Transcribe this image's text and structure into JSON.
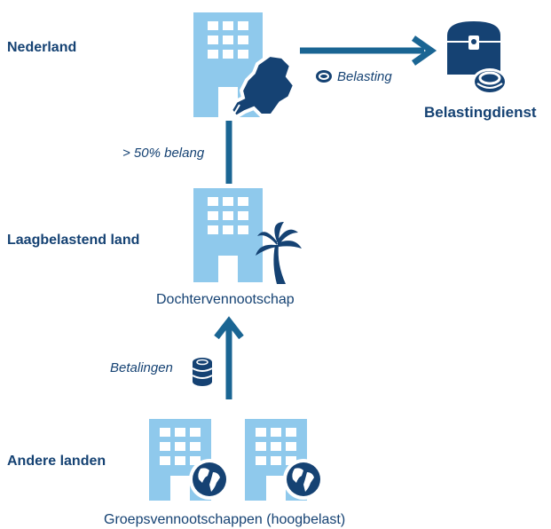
{
  "regions": {
    "nl": "Nederland",
    "low_tax": "Laagbelastend land",
    "other": "Andere landen"
  },
  "entities": {
    "tax_authority": "Belastingdienst",
    "subsidiary": "Dochtervennootschap",
    "group_companies": "Groepsvennootschappen (hoogbelast)"
  },
  "flows": {
    "tax": "Belasting",
    "stake": "> 50% belang",
    "payments": "Betalingen"
  },
  "colors": {
    "dark_blue": "#154273",
    "flow_blue": "#1a6593",
    "light_blue": "#8fc9ec"
  },
  "icons": [
    "office-building-icon",
    "netherlands-map-icon",
    "treasure-chest-icon",
    "coin-icon",
    "palm-tree-icon",
    "coin-stack-icon",
    "globe-icon"
  ]
}
